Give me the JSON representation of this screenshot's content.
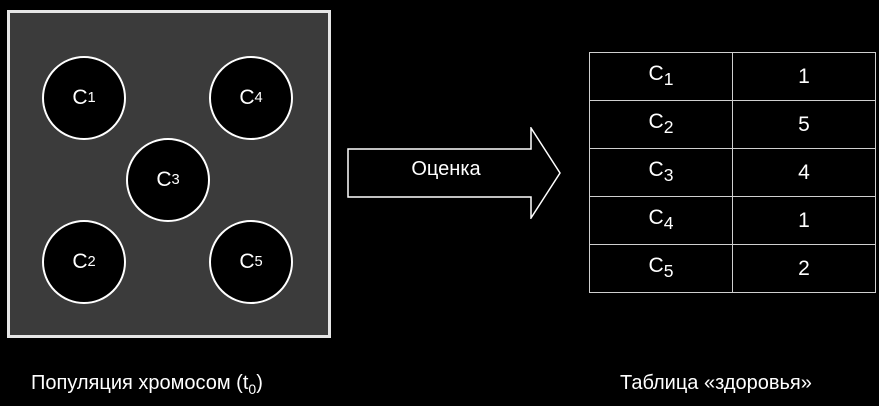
{
  "population": {
    "chromosomes": [
      {
        "letter": "C",
        "index": "1"
      },
      {
        "letter": "C",
        "index": "4"
      },
      {
        "letter": "C",
        "index": "3"
      },
      {
        "letter": "C",
        "index": "2"
      },
      {
        "letter": "C",
        "index": "5"
      }
    ],
    "caption_text": "Популяция хромосом (t",
    "caption_sub": "0",
    "caption_end": ")"
  },
  "arrow": {
    "label": "Оценка"
  },
  "fitness_table": {
    "caption": "Таблица «здоровья»",
    "rows": [
      {
        "letter": "C",
        "index": "1",
        "value": "1"
      },
      {
        "letter": "C",
        "index": "2",
        "value": "5"
      },
      {
        "letter": "C",
        "index": "3",
        "value": "4"
      },
      {
        "letter": "C",
        "index": "4",
        "value": "1"
      },
      {
        "letter": "C",
        "index": "5",
        "value": "2"
      }
    ]
  }
}
